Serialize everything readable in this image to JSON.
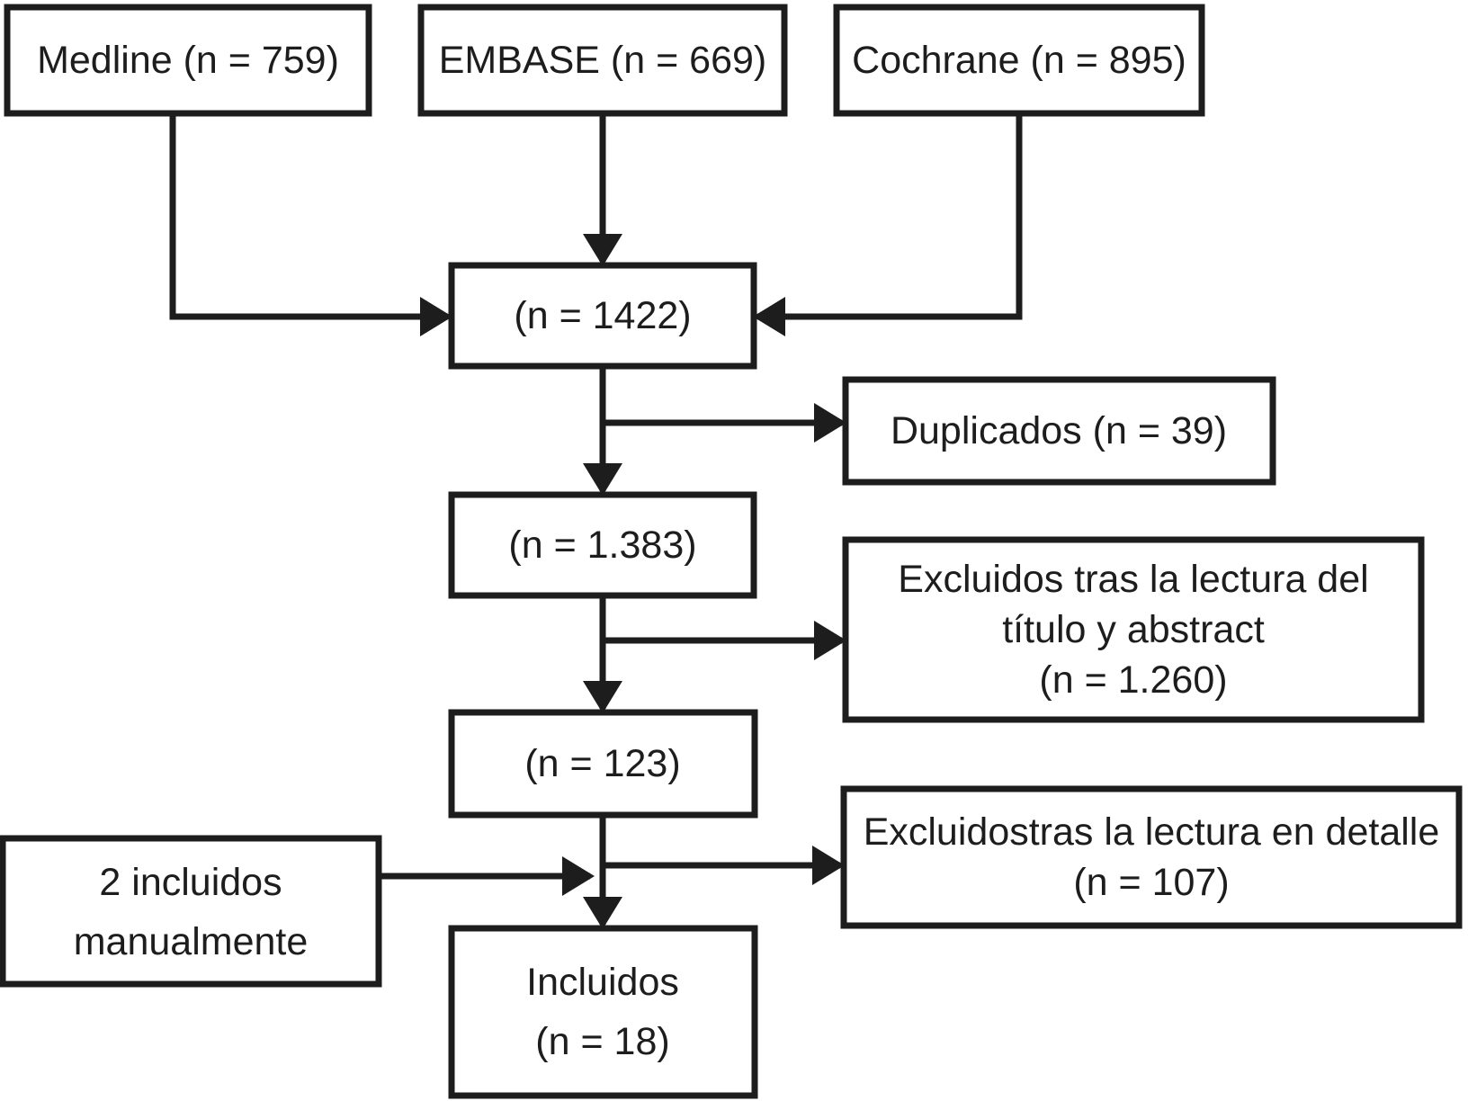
{
  "meta": {
    "background_color": "#ffffff",
    "ink_color": "#1d1d1d",
    "diagram_kind": "study-selection-flowchart"
  },
  "flowchart": {
    "nodes": {
      "medline": {
        "label": "Medline (n = 759)",
        "n": 759
      },
      "embase": {
        "label": "EMBASE (n = 669)",
        "n": 669
      },
      "cochrane": {
        "label": "Cochrane (n = 895)",
        "n": 895
      },
      "combined": {
        "label": "(n = 1422)",
        "n": 1422
      },
      "duplicados": {
        "label": "Duplicados (n = 39)",
        "n": 39
      },
      "tras_duplicados": {
        "label": "(n = 1.383)",
        "n": 1383
      },
      "excluidos_titulo": {
        "lines": [
          "Excluidos tras la lectura del",
          "título y abstract",
          "(n = 1.260)"
        ],
        "n": 1260
      },
      "lectura_detalle": {
        "label": "(n = 123)",
        "n": 123
      },
      "excluidos_detalle": {
        "lines": [
          "Excluidostras la lectura en detalle",
          "(n = 107)"
        ],
        "n": 107
      },
      "incluidos_manual": {
        "lines": [
          "2 incluidos",
          "manualmente"
        ],
        "n": 2
      },
      "incluidos": {
        "lines": [
          "Incluidos",
          "(n = 18)"
        ],
        "n": 18
      }
    }
  }
}
